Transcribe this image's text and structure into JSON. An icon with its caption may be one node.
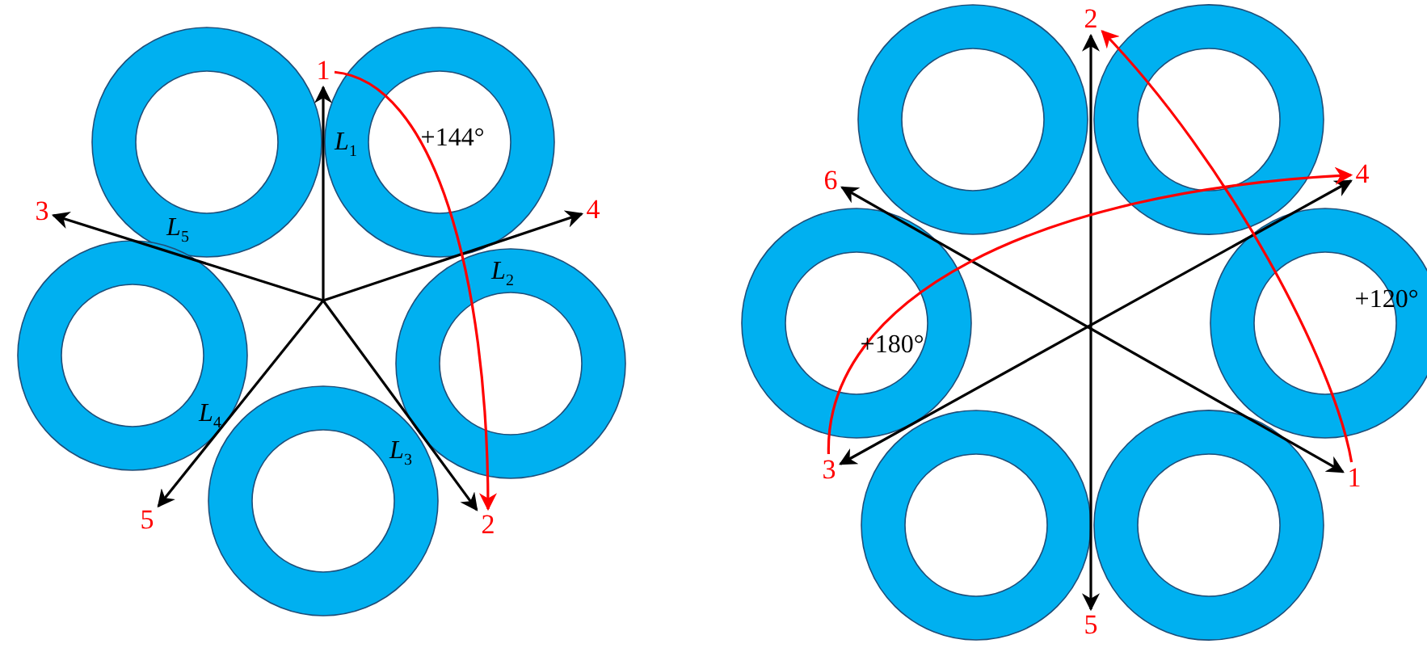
{
  "diagram": {
    "nodes": [
      {
        "text": [
          "1"
        ]
      },
      {
        "text": [
          "2"
        ]
      },
      {
        "text": [
          "3"
        ]
      },
      {
        "text": [
          "4"
        ]
      },
      {
        "text": [
          "5"
        ]
      },
      {
        "text": [
          "1"
        ]
      },
      {
        "text": [
          "2"
        ]
      },
      {
        "text": [
          "3"
        ]
      },
      {
        "text": [
          "4"
        ]
      },
      {
        "text": [
          "5"
        ]
      },
      {
        "text": [
          "6"
        ]
      }
    ],
    "edges": [
      {
        "from": null,
        "to": 0,
        "arrow": "to",
        "label": "*L*$_{1}$"
      },
      {
        "from": null,
        "to": 3,
        "arrow": "to",
        "label": "*L*$_{2}$"
      },
      {
        "from": null,
        "to": 1,
        "arrow": "to",
        "label": "*L*$_{3}$"
      },
      {
        "from": null,
        "to": 4,
        "arrow": "to",
        "label": "*L*$_{4}$"
      },
      {
        "from": null,
        "to": 2,
        "arrow": "to",
        "label": "*L*$_{5}$"
      },
      {
        "from": 0,
        "to": 1,
        "arrow": "to",
        "label": "+144°",
        "color": "#ff0000"
      },
      {
        "from": 9,
        "to": 6,
        "arrow": "both"
      },
      {
        "from": 7,
        "to": 8,
        "arrow": "both"
      },
      {
        "from": 10,
        "to": 5,
        "arrow": "both"
      },
      {
        "from": 5,
        "to": 6,
        "arrow": "to",
        "label": "+120°",
        "color": "#ff0000"
      },
      {
        "from": 7,
        "to": 8,
        "arrow": "to",
        "label": "+180°",
        "color": "#ff0000"
      }
    ]
  }
}
